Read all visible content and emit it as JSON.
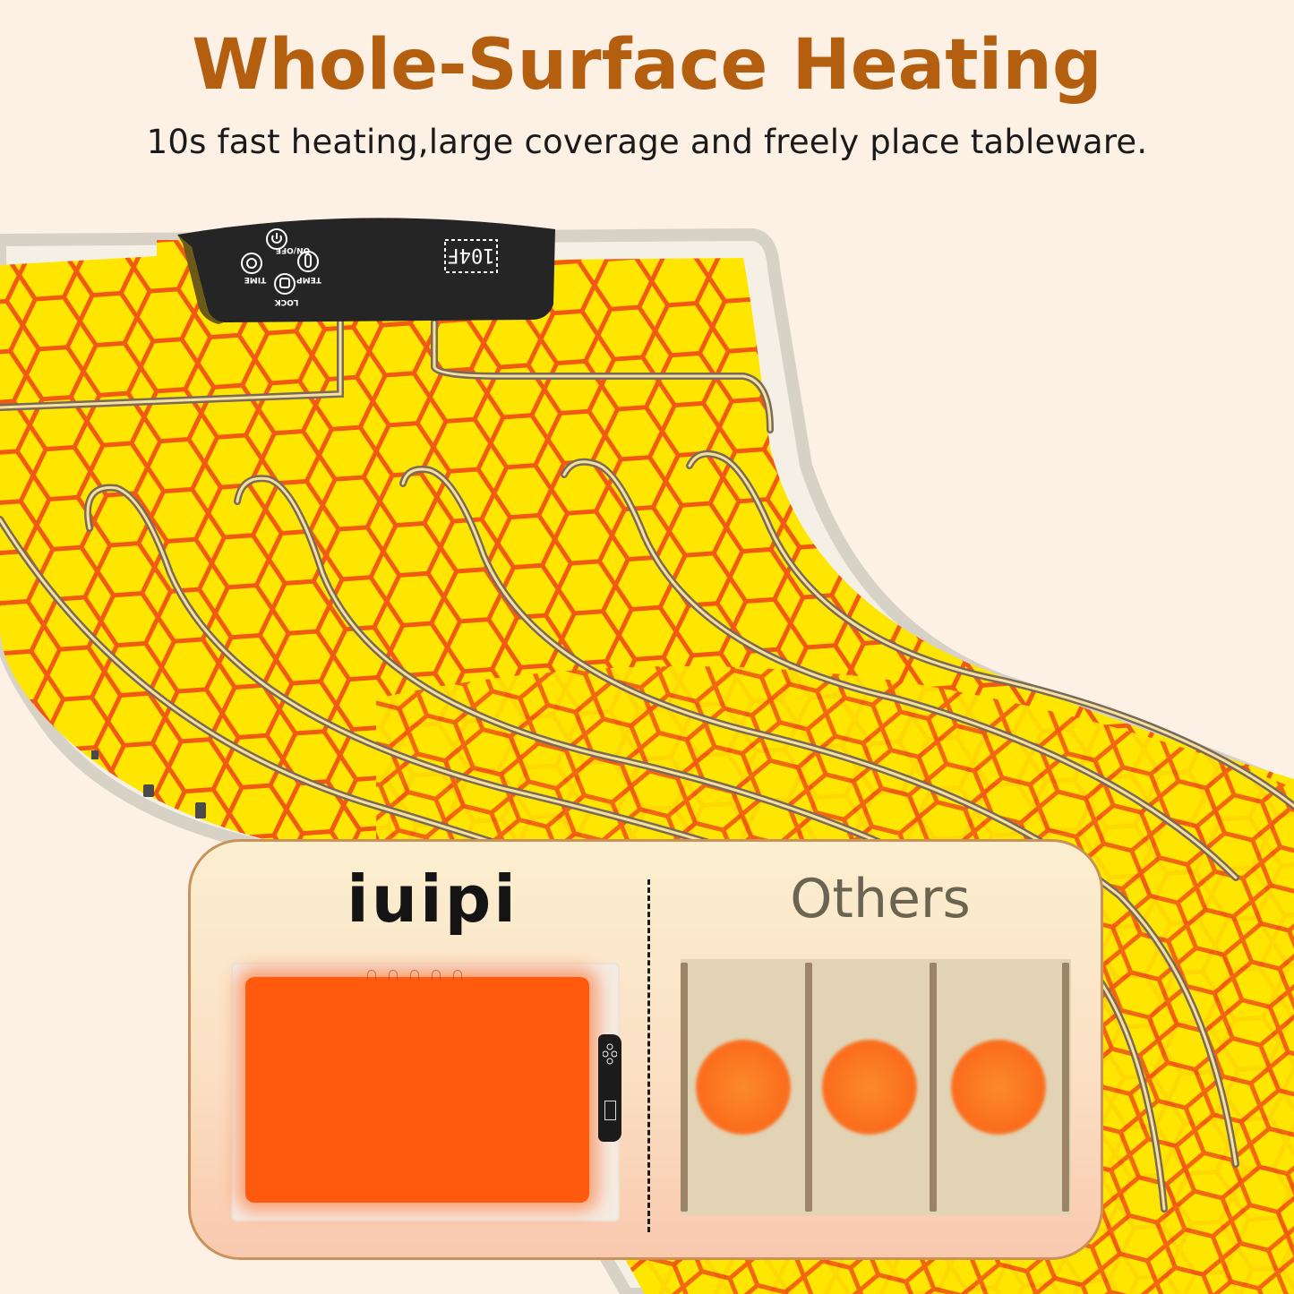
{
  "header": {
    "title": "Whole-Surface Heating",
    "subtitle": "10s fast heating,large coverage and freely place tableware."
  },
  "product": {
    "control_panel": {
      "buttons": [
        {
          "label": "ON/OFF",
          "icon": "power-icon"
        },
        {
          "label": "TEMP",
          "icon": "thermometer-icon"
        },
        {
          "label": "LOCK",
          "icon": "lock-icon"
        },
        {
          "label": "TIME",
          "icon": "clock-icon"
        }
      ],
      "display_value": "104F"
    },
    "surface_color": "#ffe600",
    "grid_color": "#f05a12",
    "frame_color": "#d8d2c6"
  },
  "comparison": {
    "left": {
      "brand": "iuipi",
      "heat_color": "#ff5a0e",
      "description_icon": "full-surface-heat"
    },
    "right": {
      "label": "Others",
      "tray_count": 3,
      "spot_color": "#fb7a20"
    }
  },
  "colors": {
    "background": "#fdf0e4",
    "title": "#b45f10",
    "card_border": "#c8925a"
  }
}
